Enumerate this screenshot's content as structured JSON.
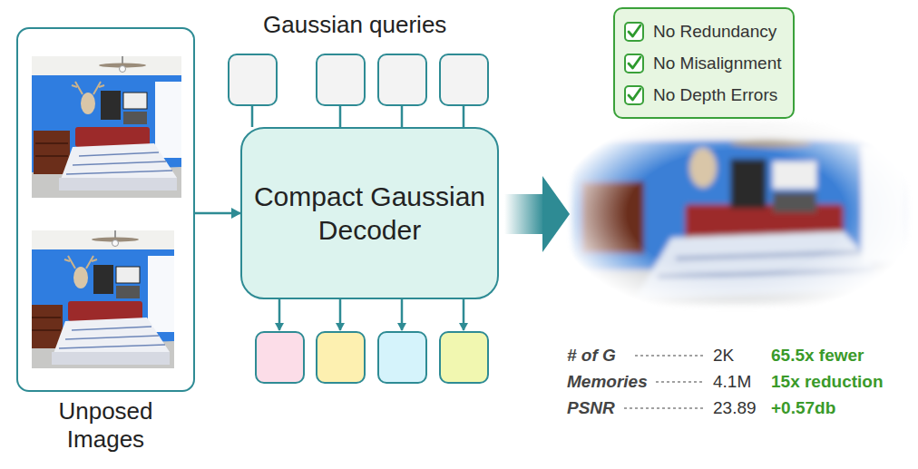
{
  "diagram": {
    "nodes": [
      {
        "text": [
          "Unposed Images"
        ]
      },
      {
        "text": [
          "Compact Gaussian Decoder"
        ]
      },
      {
        "text": [
          "No Redundancy",
          "No Misalignment",
          "No Depth Errors"
        ]
      }
    ],
    "edges": [
      {
        "from": 0,
        "to": 1,
        "arrow": "to"
      }
    ],
    "labels": [
      "Gaussian queries",
      "# of G",
      "2K",
      "65.5x fewer",
      "Memories",
      "4.1M",
      "15x reduction",
      "PSNR",
      "23.89",
      "+0.57db"
    ]
  }
}
